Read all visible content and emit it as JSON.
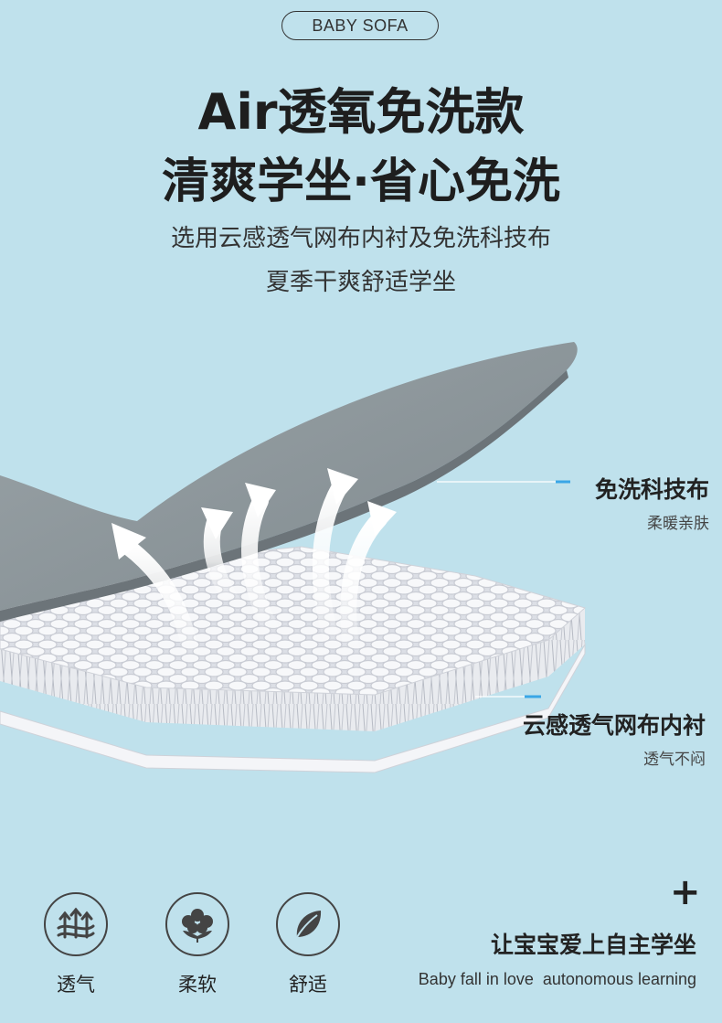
{
  "header": {
    "pill": "BABY SOFA",
    "title_line1": "Air透氧免洗款",
    "title_line2": "清爽学坐·省心免洗",
    "subtitle_line1": "选用云感透气网布内衬及免洗科技布",
    "subtitle_line2": "夏季干爽舒适学坐"
  },
  "callouts": [
    {
      "title": "免洗科技布",
      "subtitle": "柔暖亲肤"
    },
    {
      "title": "云感透气网布内衬",
      "subtitle": "透气不闷"
    }
  ],
  "features": [
    {
      "label": "透气",
      "icon": "airflow-icon"
    },
    {
      "label": "柔软",
      "icon": "cotton-icon"
    },
    {
      "label": "舒适",
      "icon": "leaf-icon"
    }
  ],
  "tagline": {
    "plus": "+",
    "chinese": "让宝宝爱上自主学坐",
    "english": "Baby fall in love  autonomous learning"
  },
  "colors": {
    "background": "#bfe1ec",
    "fabric": "#8e979b",
    "mesh": "#eef0f3",
    "accent_blue": "#3aa6e6"
  }
}
